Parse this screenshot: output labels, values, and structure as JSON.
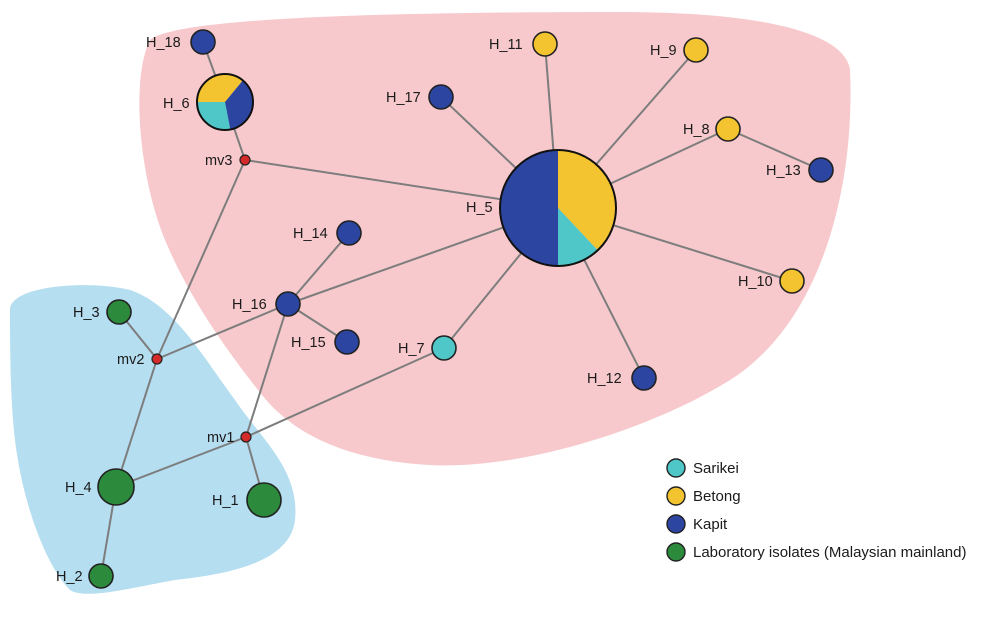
{
  "colors": {
    "sarikei": "#4fc6c8",
    "betong": "#f4c430",
    "kapit": "#2c45a0",
    "lab": "#2c8a3c",
    "median_vector": "#d42a2a",
    "region_pink": "#f7c9cc",
    "region_blue": "#b5def0",
    "edge": "#7d7d7d"
  },
  "legend": [
    {
      "key": "sarikei",
      "label": "Sarikei"
    },
    {
      "key": "betong",
      "label": "Betong"
    },
    {
      "key": "kapit",
      "label": "Kapit"
    },
    {
      "key": "lab",
      "label": "Laboratory isolates (Malaysian mainland)"
    }
  ],
  "nodes": [
    {
      "id": "H_5",
      "label": "H_5",
      "composition": {
        "betong": 0.38,
        "sarikei": 0.12,
        "kapit": 0.5
      }
    },
    {
      "id": "H_6",
      "label": "H_6",
      "composition": {
        "betong": 0.36,
        "kapit": 0.36,
        "sarikei": 0.28
      }
    },
    {
      "id": "H_1",
      "label": "H_1",
      "composition": {
        "lab": 1
      }
    },
    {
      "id": "H_2",
      "label": "H_2",
      "composition": {
        "lab": 1
      }
    },
    {
      "id": "H_3",
      "label": "H_3",
      "composition": {
        "lab": 1
      }
    },
    {
      "id": "H_4",
      "label": "H_4",
      "composition": {
        "lab": 1
      }
    },
    {
      "id": "H_7",
      "label": "H_7",
      "composition": {
        "sarikei": 1
      }
    },
    {
      "id": "H_8",
      "label": "H_8",
      "composition": {
        "betong": 1
      }
    },
    {
      "id": "H_9",
      "label": "H_9",
      "composition": {
        "betong": 1
      }
    },
    {
      "id": "H_10",
      "label": "H_10",
      "composition": {
        "betong": 1
      }
    },
    {
      "id": "H_11",
      "label": "H_11",
      "composition": {
        "betong": 1
      }
    },
    {
      "id": "H_12",
      "label": "H_12",
      "composition": {
        "kapit": 1
      }
    },
    {
      "id": "H_13",
      "label": "H_13",
      "composition": {
        "kapit": 1
      }
    },
    {
      "id": "H_14",
      "label": "H_14",
      "composition": {
        "kapit": 1
      }
    },
    {
      "id": "H_15",
      "label": "H_15",
      "composition": {
        "kapit": 1
      }
    },
    {
      "id": "H_16",
      "label": "H_16",
      "composition": {
        "kapit": 1
      }
    },
    {
      "id": "H_17",
      "label": "H_17",
      "composition": {
        "kapit": 1
      }
    },
    {
      "id": "H_18",
      "label": "H_18",
      "composition": {
        "kapit": 1
      }
    },
    {
      "id": "mv1",
      "label": "mv1",
      "median_vector": true
    },
    {
      "id": "mv2",
      "label": "mv2",
      "median_vector": true
    },
    {
      "id": "mv3",
      "label": "mv3",
      "median_vector": true
    }
  ],
  "edges": [
    [
      "H_5",
      "H_17"
    ],
    [
      "H_5",
      "H_11"
    ],
    [
      "H_5",
      "H_9"
    ],
    [
      "H_5",
      "H_8"
    ],
    [
      "H_8",
      "H_13"
    ],
    [
      "H_5",
      "H_10"
    ],
    [
      "H_5",
      "H_12"
    ],
    [
      "H_5",
      "H_7"
    ],
    [
      "H_5",
      "H_16"
    ],
    [
      "H_5",
      "mv3"
    ],
    [
      "mv3",
      "H_6"
    ],
    [
      "H_6",
      "H_18"
    ],
    [
      "mv3",
      "mv2"
    ],
    [
      "H_16",
      "H_14"
    ],
    [
      "H_16",
      "H_15"
    ],
    [
      "H_16",
      "mv2"
    ],
    [
      "H_16",
      "mv1"
    ],
    [
      "mv2",
      "H_3"
    ],
    [
      "mv2",
      "H_4"
    ],
    [
      "H_4",
      "mv1"
    ],
    [
      "mv1",
      "H_7"
    ],
    [
      "mv1",
      "H_1"
    ],
    [
      "H_4",
      "H_2"
    ]
  ]
}
